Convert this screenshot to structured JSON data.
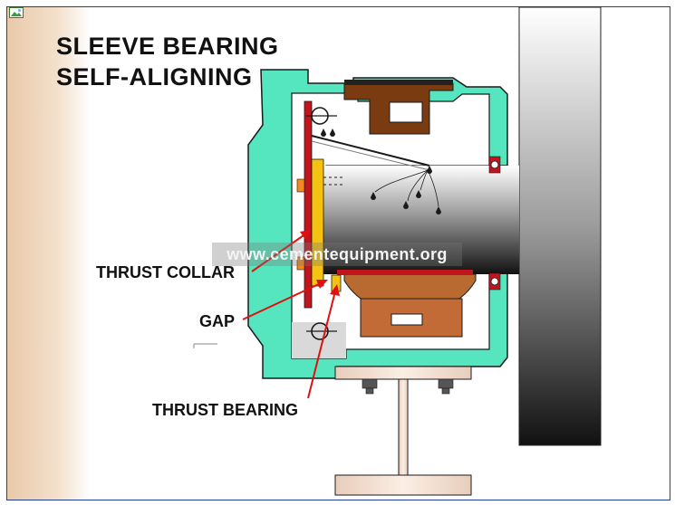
{
  "title_line1": "SLEEVE BEARING",
  "title_line2": "SELF-ALIGNING",
  "labels": {
    "thrust_collar": "THRUST COLLAR",
    "gap": "GAP",
    "thrust_bearing": "THRUST BEARING"
  },
  "watermark": "www.cementequipment.org",
  "colors": {
    "housing": "#55e6bf",
    "collar_plate": "#c0151d",
    "collar_face": "#f5c211",
    "bearing_block": "#b96a30",
    "bearing_block_top": "#7a3b10",
    "shaft_light": "#f2f2f2",
    "shaft_dark": "#1a1a1a",
    "arrow": "#e01010",
    "support_beam": "#f0ddd0"
  },
  "icons": [
    "broken-image-icon"
  ]
}
